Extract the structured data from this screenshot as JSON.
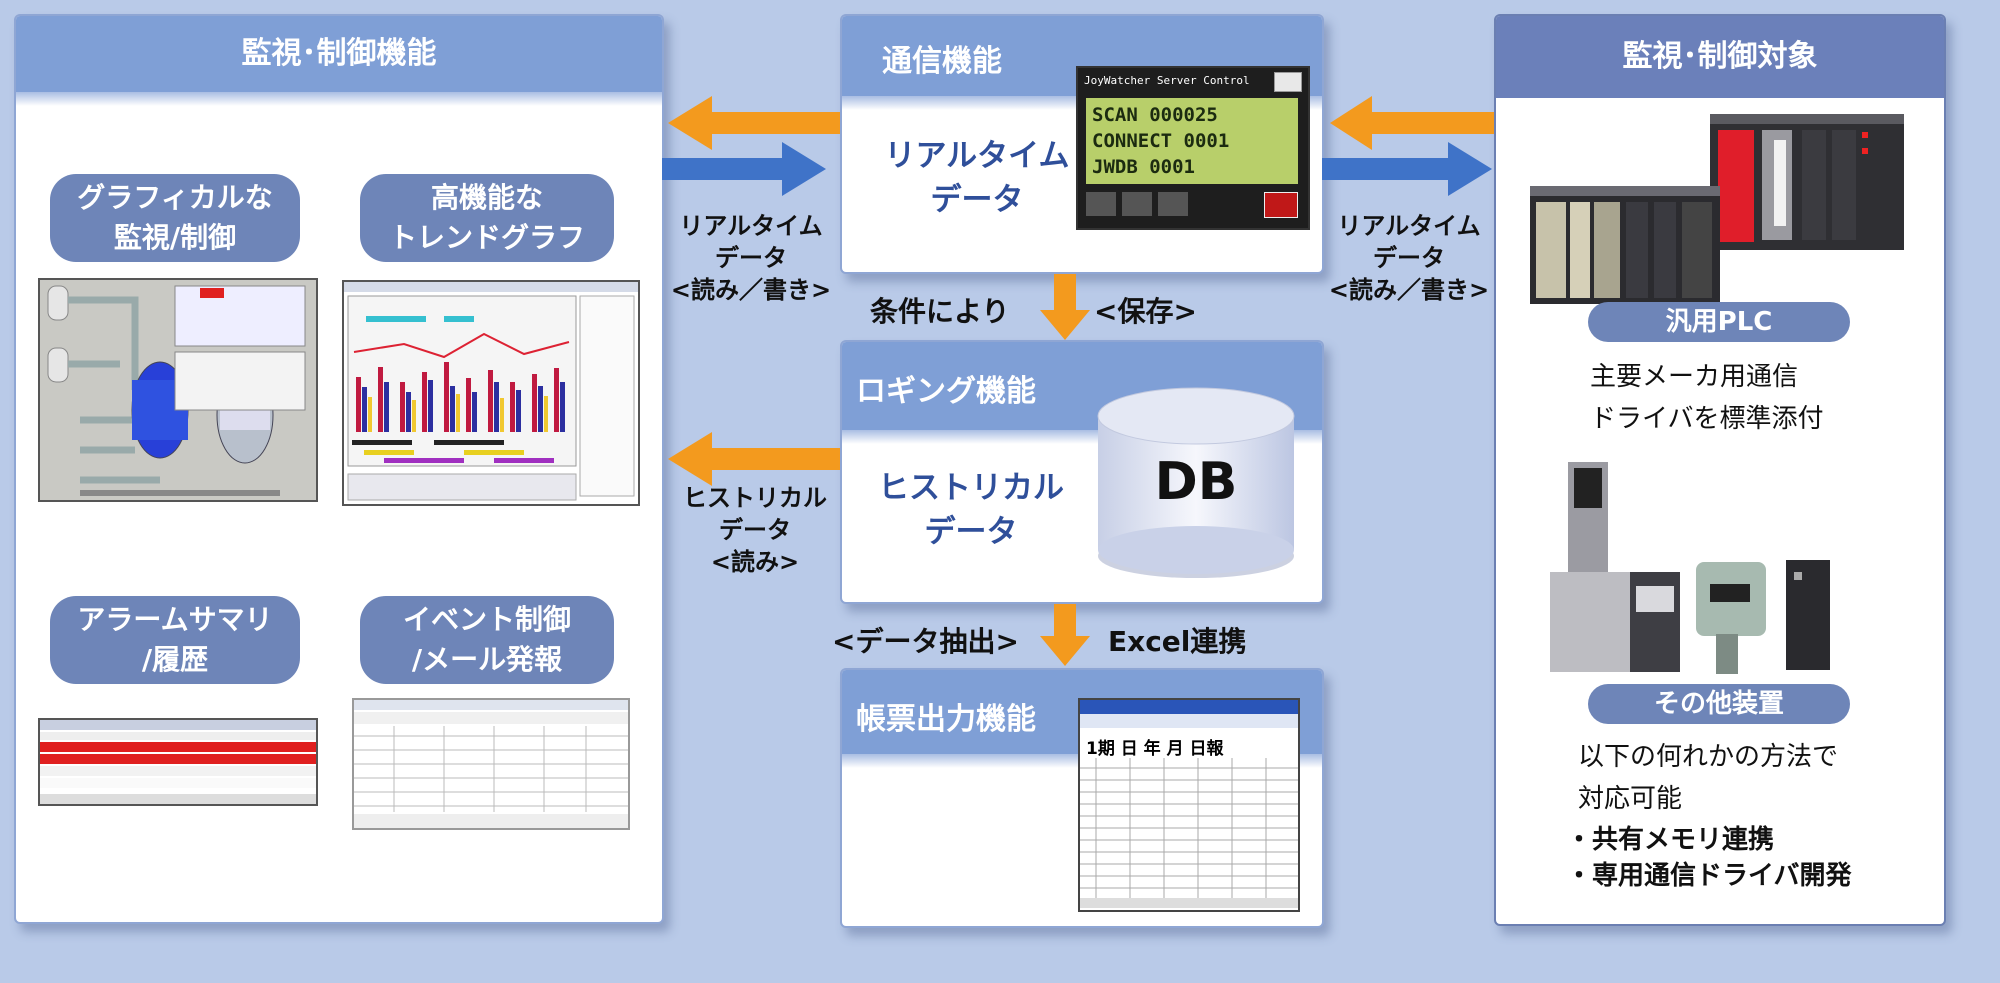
{
  "panels": {
    "monitor": {
      "title": "監視･制御機能",
      "pills": {
        "graphical": [
          "グラフィカルな",
          "監視/制御"
        ],
        "trend": [
          "高機能な",
          "トレンドグラフ"
        ],
        "alarm": [
          "アラームサマリ",
          "/履歴"
        ],
        "event": [
          "イベント制御",
          "/メール発報"
        ]
      }
    },
    "comm": {
      "title": "通信機能",
      "data_label": [
        "リアルタイム",
        "データ"
      ],
      "device_window_title": "JoyWatcher Server Control",
      "display_lines": [
        "SCAN 000025",
        "CONNECT 0001",
        "JWDB 0001"
      ]
    },
    "logging": {
      "title": "ロギング機能",
      "data_label": [
        "ヒストリカル",
        "データ"
      ],
      "db_label": "DB"
    },
    "report": {
      "title": "帳票出力機能",
      "sheet_header": "1期 日 年 月 日報"
    },
    "target": {
      "title": "監視･制御対象",
      "plc_tag": "汎用PLC",
      "plc_desc": [
        "主要メーカ用通信",
        "ドライバを標準添付"
      ],
      "other_tag": "その他装置",
      "other_desc": [
        "以下の何れかの方法で",
        "対応可能"
      ],
      "bullets": [
        "・共有メモリ連携",
        "・専用通信ドライバ開発"
      ]
    }
  },
  "arrow_labels": {
    "left_realtime": [
      "リアルタイム",
      "データ",
      "<読み／書き>"
    ],
    "right_realtime": [
      "リアルタイム",
      "データ",
      "<読み／書き>"
    ],
    "historical": [
      "ヒストリカル",
      "データ",
      "<読み>"
    ],
    "condition": "条件により",
    "save": "<保存>",
    "extract": "<データ抽出>",
    "excel": "Excel連携"
  },
  "colors": {
    "orange_arrow": "#f39a1e",
    "blue_arrow": "#3f73c8",
    "panel_header": "#7f9fd6",
    "pill": "#6e85b8",
    "background": "#b9cae8"
  }
}
